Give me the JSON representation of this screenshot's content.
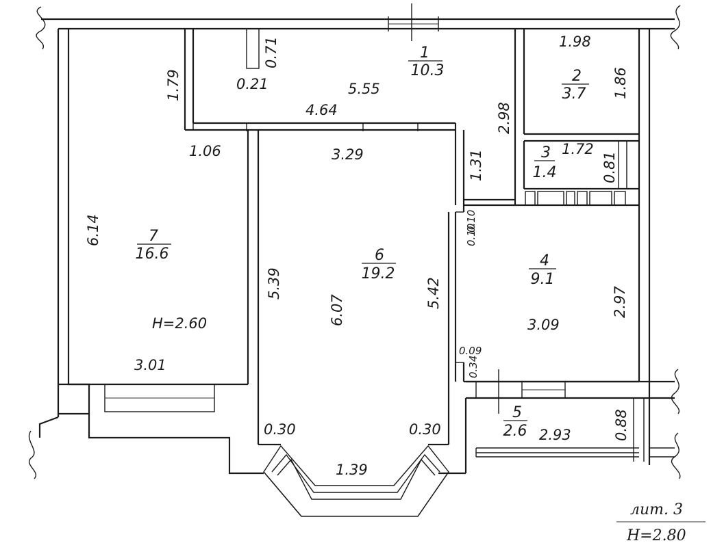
{
  "rooms": [
    {
      "id": "1",
      "area": "10.3"
    },
    {
      "id": "2",
      "area": "3.7"
    },
    {
      "id": "3",
      "area": "1.4"
    },
    {
      "id": "4",
      "area": "9.1"
    },
    {
      "id": "5",
      "area": "2.6"
    },
    {
      "id": "6",
      "area": "19.2"
    },
    {
      "id": "7",
      "area": "16.6"
    }
  ],
  "dimensions": {
    "d071": "0.71",
    "d021": "0.21",
    "d555": "5.55",
    "d464": "4.64",
    "d179": "1.79",
    "d106": "1.06",
    "d298": "2.98",
    "d131": "1.31",
    "d329": "3.29",
    "d198": "1.98",
    "d186": "1.86",
    "d172": "1.72",
    "d081": "0.81",
    "d614": "6.14",
    "d301": "3.01",
    "d539": "5.39",
    "d607": "6.07",
    "d542": "5.42",
    "d010a": "0.10",
    "d010b": "0.10",
    "d297": "2.97",
    "d309": "3.09",
    "d009": "0.09",
    "d034": "0.34",
    "d030a": "0.30",
    "d030b": "0.30",
    "d139": "1.39",
    "d293": "2.93",
    "d088": "0.88"
  },
  "heights": {
    "room7": "H=2.60",
    "total": "H=2.80"
  },
  "lit": "лит. 3"
}
